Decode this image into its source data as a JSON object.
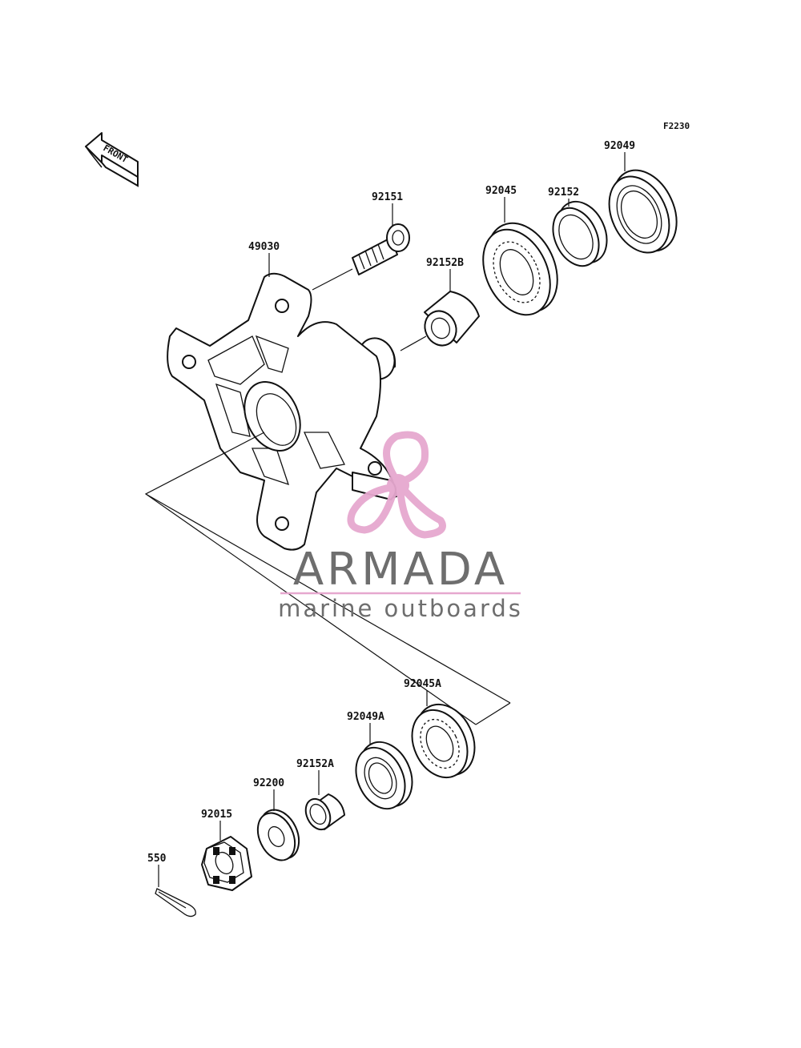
{
  "figure_code": "F2230",
  "front_marker": "FRONT",
  "parts": [
    {
      "id": "p49030",
      "number": "49030"
    },
    {
      "id": "p92151",
      "number": "92151"
    },
    {
      "id": "p92152B",
      "number": "92152B"
    },
    {
      "id": "p92045",
      "number": "92045"
    },
    {
      "id": "p92152",
      "number": "92152"
    },
    {
      "id": "p92049",
      "number": "92049"
    },
    {
      "id": "p92045A",
      "number": "92045A"
    },
    {
      "id": "p92049A",
      "number": "92049A"
    },
    {
      "id": "p92152A",
      "number": "92152A"
    },
    {
      "id": "p92200",
      "number": "92200"
    },
    {
      "id": "p92015",
      "number": "92015"
    },
    {
      "id": "p550",
      "number": "550"
    }
  ],
  "watermark": {
    "title": "ARMADA",
    "subtitle": "marine outboards",
    "text_color": "#6e6e6e",
    "logo_color": "#e6a8cf"
  }
}
